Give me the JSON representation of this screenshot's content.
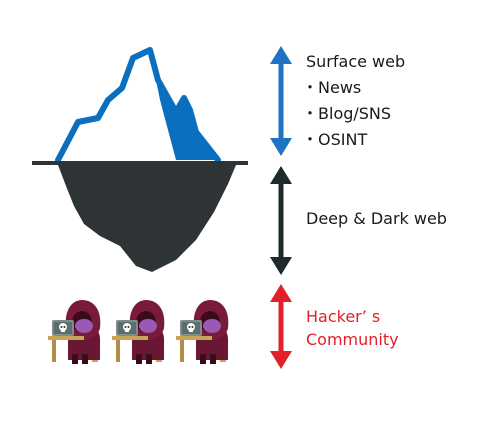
{
  "colors": {
    "iceberg_blue": "#0a6fbf",
    "underwater": "#2e3436",
    "arrow_black": "#1f2a2a",
    "arrow_blue": "#1f73c2",
    "arrow_red": "#e02129",
    "hood": "#7a1b3a",
    "desk": "#c8a45a"
  },
  "surface": {
    "title": "Surface web",
    "items": [
      "News",
      "Blog/SNS",
      "OSINT"
    ]
  },
  "deep": {
    "title": "Deep & Dark web"
  },
  "community": {
    "line1": "Hacker’ s",
    "line2": "Community"
  },
  "icons": [
    "iceberg-icon",
    "hacker-icon"
  ]
}
